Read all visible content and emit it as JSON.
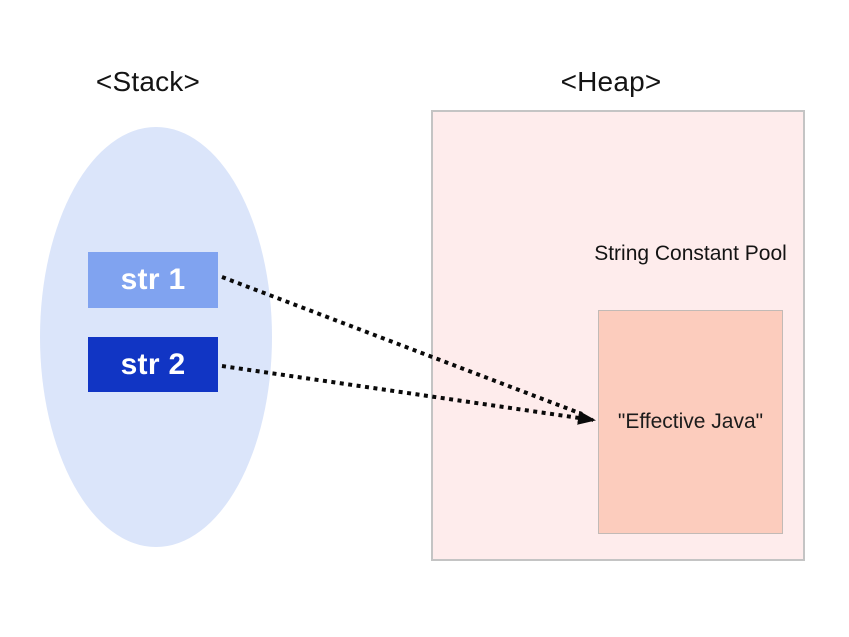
{
  "stack": {
    "title": "<Stack>",
    "variables": [
      {
        "label": "str 1"
      },
      {
        "label": "str 2"
      }
    ]
  },
  "heap": {
    "title": "<Heap>",
    "pool_title": "String Constant Pool",
    "literal": "\"Effective Java\""
  },
  "colors": {
    "stack-region": "#dbe5fa",
    "var1-fill": "#80a3f0",
    "var2-fill": "#1135c4",
    "heap-fill": "#feecec",
    "heap-border": "#c4c4c4",
    "pool-fill": "#fcccbd",
    "pool-border": "#c2bab6",
    "arrow": "#0a0a0a",
    "text": "#141414",
    "var-text": "#ffffff"
  }
}
